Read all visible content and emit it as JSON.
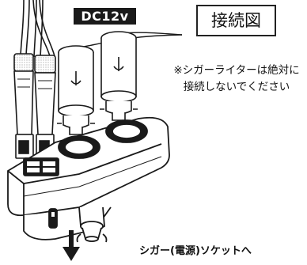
{
  "labels": {
    "voltage": "DC12v",
    "title": "接続図",
    "warning_line1": "※シガーライターは絶対に",
    "warning_line2": "接続しないでください",
    "socket": "シガー(電源)ソケットへ"
  },
  "colors": {
    "ink": "#1a1a1a",
    "paper": "#ffffff",
    "shade": "#bdbdbd"
  },
  "icons": {
    "connection": "down-arrow-icon"
  }
}
